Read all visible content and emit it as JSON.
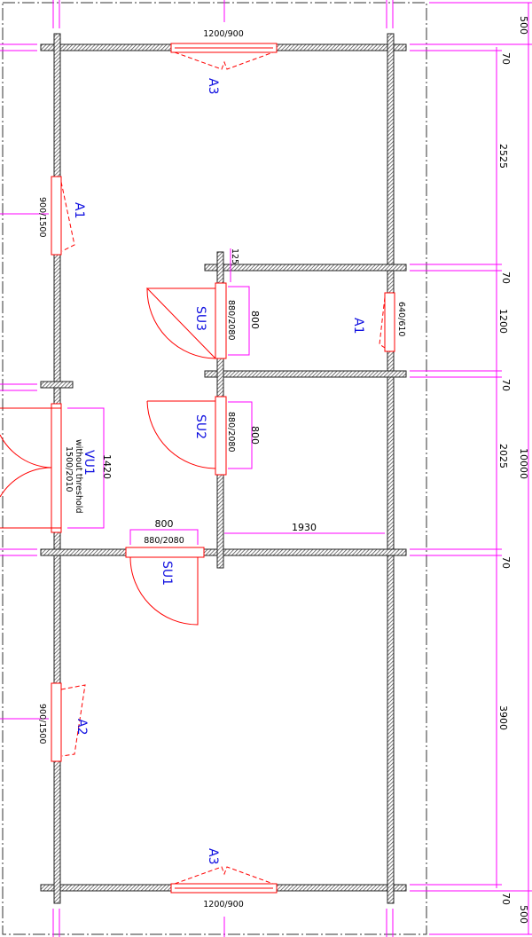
{
  "colors": {
    "wall_fill": "#666666",
    "opening": "#ff0000",
    "dimension": "#ff00ff",
    "label": "#1010e0"
  },
  "openings": {
    "a3_top": {
      "label": "A3",
      "size": "1200/900"
    },
    "a3_bottom": {
      "label": "A3",
      "size": "1200/900"
    },
    "a1_left": {
      "label": "A1",
      "size": "900/1500"
    },
    "a1_right": {
      "label": "A1",
      "size": "640/610"
    },
    "a2": {
      "label": "A2",
      "size": "900/1500"
    },
    "su3": {
      "label": "SU3",
      "size": "880/2080",
      "width": "800"
    },
    "su2": {
      "label": "SU2",
      "size": "880/2080",
      "width": "800"
    },
    "su1": {
      "label": "SU1",
      "size": "880/2080",
      "width": "800"
    },
    "vu1": {
      "label": "VU1",
      "note": "without threshold",
      "size": "1500/2010",
      "width": "1420"
    }
  },
  "dimensions": {
    "offset_125": "125",
    "room_width": "1930",
    "right_chain": [
      "500",
      "70",
      "2525",
      "70",
      "1200",
      "70",
      "2025",
      "70",
      "3900",
      "70",
      "500"
    ],
    "total": "10000"
  }
}
